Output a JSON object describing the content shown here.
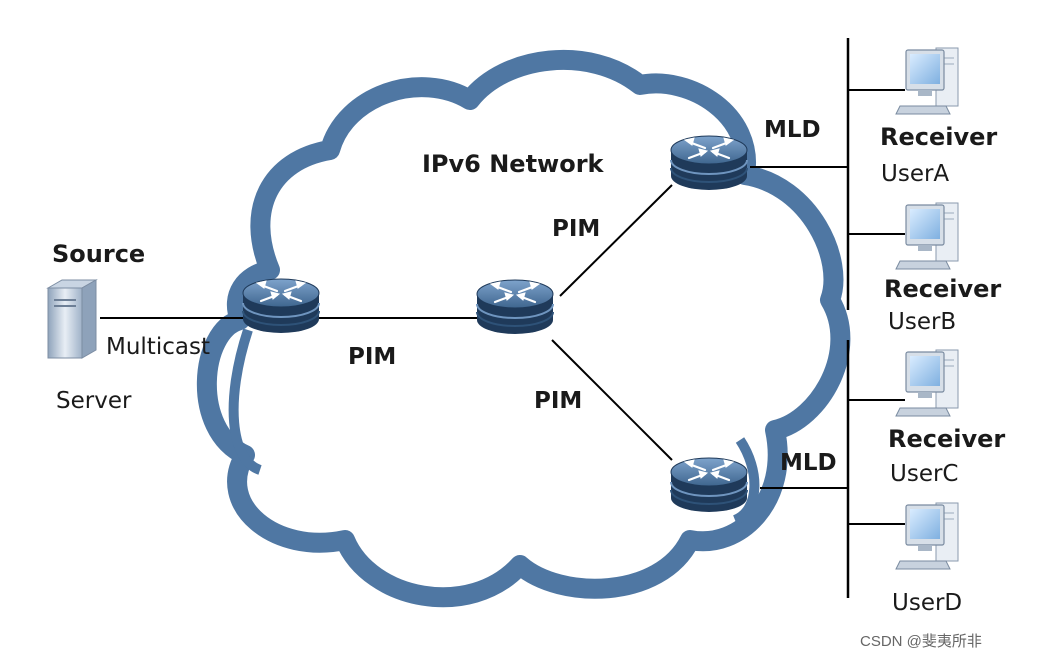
{
  "network": {
    "cloud_label": "IPv6 Network",
    "cloud_color": "#4f77a3"
  },
  "source": {
    "title": "Source",
    "multicast": "Multicast",
    "server": "Server"
  },
  "links": {
    "pim_left": "PIM",
    "pim_upper": "PIM",
    "pim_lower": "PIM",
    "mld_top": "MLD",
    "mld_bottom": "MLD"
  },
  "receivers": [
    {
      "role": "Receiver",
      "user": "UserA"
    },
    {
      "role": "Receiver",
      "user": "UserB"
    },
    {
      "role": "Receiver",
      "user": "UserC"
    },
    {
      "user": "UserD"
    }
  ],
  "watermark": "CSDN @斐夷所非",
  "colors": {
    "router_dark": "#1f3a5a",
    "router_mid": "#3e6590",
    "router_light": "#6f95bf",
    "line": "#000000"
  },
  "icons": {
    "router": "router-icon",
    "server": "server-icon",
    "pc": "pc-icon"
  }
}
